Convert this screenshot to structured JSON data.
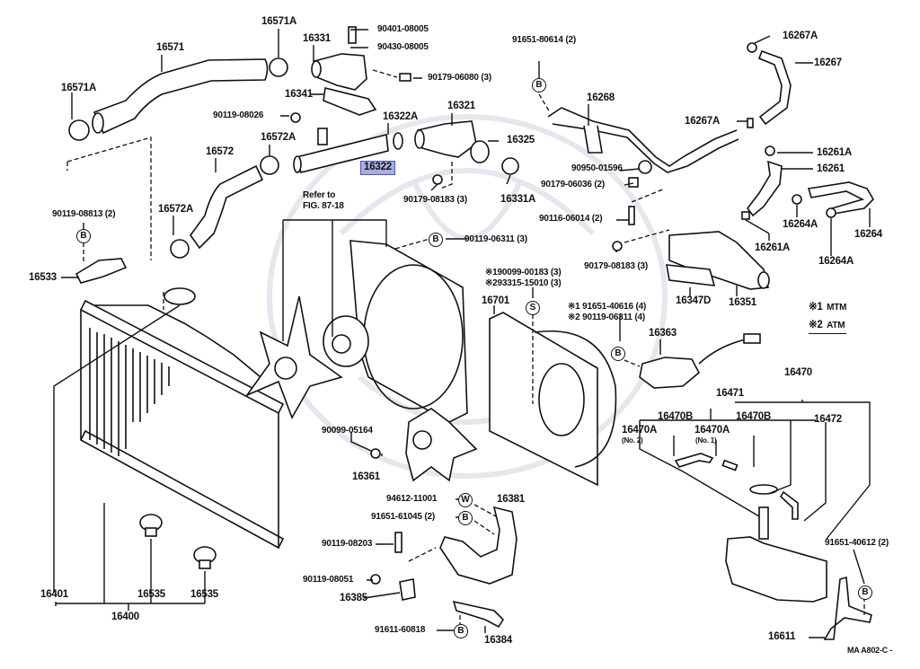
{
  "diagram": {
    "title": "Radiator & Water Outlet parts diagram",
    "highlight_color": "#a8aee0",
    "highlight_border": "#4a58b8",
    "highlighted_part": "16322",
    "legend": [
      {
        "marker": "※1",
        "meaning": "MTM"
      },
      {
        "marker": "※2",
        "meaning": "ATM"
      }
    ],
    "reference_note": {
      "line1": "Refer to",
      "line2": "FIG. 87-18"
    },
    "figure_code": "MA A802-C -",
    "symbols": {
      "B": "B",
      "S": "S",
      "W": "W"
    },
    "labels": {
      "p16571A_top": "16571A",
      "p16571": "16571",
      "p16571A_left": "16571A",
      "p16331": "16331",
      "p90401": "90401-08005",
      "p90430": "90430-08005",
      "p90179_06080": "90179-06080 (3)",
      "p16341": "16341",
      "p90119_08026": "90119-08026",
      "p16322A": "16322A",
      "p16321": "16321",
      "p16325": "16325",
      "p16322": "16322",
      "p90179_08183_a": "90179-08183 (3)",
      "p16331A": "16331A",
      "p16572": "16572",
      "p16572A_top": "16572A",
      "p16572A_left": "16572A",
      "p90119_08813": "90119-08813 (2)",
      "p16533": "16533",
      "p91651_80614": "91651-80614 (2)",
      "p16268": "16268",
      "p16267A_top": "16267A",
      "p16267": "16267",
      "p16267A_mid": "16267A",
      "p16261A_top": "16261A",
      "p16261": "16261",
      "p90950": "90950-01596",
      "p90179_06036": "90179-06036 (2)",
      "p90116": "90116-06014 (2)",
      "p90179_08183_b": "90179-08183 (3)",
      "p16264A_a": "16264A",
      "p16264": "16264",
      "p16264A_b": "16264A",
      "p16261A_b": "16261A",
      "p16347D": "16347D",
      "p16351": "16351",
      "p90119_06311_top": "90119-06311 (3)",
      "p90099_00183": "90099-00183 (3)",
      "p93315": "93315-15010 (3)",
      "p16701": "16701",
      "p91651_40616": "91651-40616 (4)",
      "p90119_06311_b": "90119-06311 (4)",
      "p16363": "16363",
      "p16470": "16470",
      "p16471": "16471",
      "p16470B_a": "16470B",
      "p16470B_b": "16470B",
      "p16472": "16472",
      "p16470A_2": "16470A",
      "p16470A_2_note": "(No. 2)",
      "p16470A_1": "16470A",
      "p16470A_1_note": "(No. 1)",
      "p90099_05164": "90099-05164",
      "p16361": "16361",
      "p94612": "94612-11001",
      "p16381": "16381",
      "p91651_61045": "91651-61045 (2)",
      "p90119_08203": "90119-08203",
      "p90119_08051": "90119-08051",
      "p16385": "16385",
      "p91611": "91611-60818",
      "p16384": "16384",
      "p16401": "16401",
      "p16535_a": "16535",
      "p16535_b": "16535",
      "p16400": "16400",
      "p91651_40612": "91651-40612 (2)",
      "p16611": "16611"
    }
  }
}
